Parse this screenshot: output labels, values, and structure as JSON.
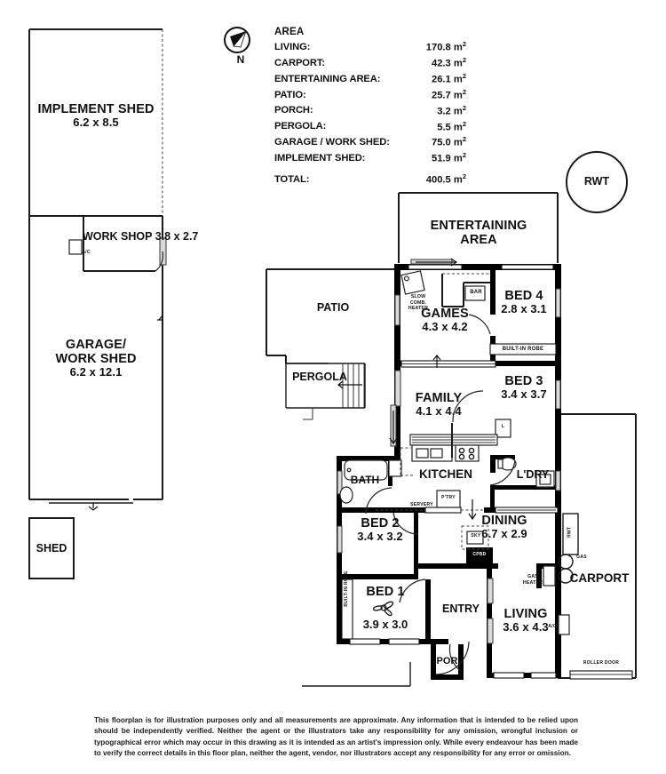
{
  "compass": {
    "label": "N",
    "icon": "compass-north-icon"
  },
  "area": {
    "title": "AREA",
    "rows": [
      {
        "label": "LIVING:",
        "value": "170.8",
        "unit": "m",
        "sup": "2"
      },
      {
        "label": "CARPORT:",
        "value": "42.3",
        "unit": "m",
        "sup": "2"
      },
      {
        "label": "ENTERTAINING AREA:",
        "value": "26.1",
        "unit": "m",
        "sup": "2"
      },
      {
        "label": "PATIO:",
        "value": "25.7",
        "unit": "m",
        "sup": "2"
      },
      {
        "label": "PORCH:",
        "value": "3.2",
        "unit": "m",
        "sup": "2"
      },
      {
        "label": "PERGOLA:",
        "value": "5.5",
        "unit": "m",
        "sup": "2"
      },
      {
        "label": "GARAGE / WORK SHED:",
        "value": "75.0",
        "unit": "m",
        "sup": "2"
      },
      {
        "label": "IMPLEMENT SHED:",
        "value": "51.9",
        "unit": "m",
        "sup": "2"
      }
    ],
    "total": {
      "label": "TOTAL:",
      "value": "400.5",
      "unit": "m",
      "sup": "2"
    }
  },
  "outbuildings": {
    "implement_shed": {
      "name": "IMPLEMENT SHED",
      "dim": "6.2 x 8.5"
    },
    "work_shop": {
      "name": "WORK SHOP",
      "dim": "3.8 x 2.7",
      "ac": "A/C"
    },
    "garage_work_shed": {
      "name_line1": "GARAGE/",
      "name_line2": "WORK SHED",
      "dim": "6.2 x 12.1"
    },
    "shed": {
      "name": "SHED"
    }
  },
  "house": {
    "entertaining": {
      "line1": "ENTERTAINING",
      "line2": "AREA"
    },
    "rwt_tank": "RWT",
    "patio": "PATIO",
    "pergola": "PERGOLA",
    "games": {
      "name": "GAMES",
      "dim": "4.3 x 4.2"
    },
    "heater": {
      "line1": "SLOW",
      "line2": "COMB.",
      "line3": "HEATER"
    },
    "bar": "BAR",
    "bed4": {
      "name": "BED 4",
      "dim": "2.8 x 3.1"
    },
    "built_in_robe_bed4": "BUILT-IN ROBE",
    "bed3": {
      "name": "BED 3",
      "dim": "3.4 x 3.7"
    },
    "linen": "L",
    "family": {
      "name": "FAMILY",
      "dim": "4.1 x 4.4"
    },
    "kitchen": "KITCHEN",
    "pantry": "P'TRY",
    "servery": "SERVERY",
    "bath": "BATH",
    "laundry": "L'DRY",
    "bed2": {
      "name": "BED 2",
      "dim": "3.4 x 3.2"
    },
    "bed1": {
      "name": "BED 1",
      "dim": "3.9 x 3.0"
    },
    "built_in_robe_bed1": "BUILT-IN ROBE",
    "dining": {
      "name": "DINING",
      "dim": "6.7 x 2.9"
    },
    "skylight": "SKY",
    "cupboard": "CPBD",
    "entry": "ENTRY",
    "porch": "POR.",
    "living": {
      "name": "LIVING",
      "dim": "3.6 x 4.3"
    },
    "gas_heater": {
      "line1": "GAS",
      "line2": "HEATER"
    },
    "ac_living": "A/C",
    "carport": "CARPORT",
    "carport_rwt": "RWT",
    "carport_gas": "GAS",
    "roller_door": "ROLLER DOOR"
  },
  "disclaimer": "This floorplan is for illustration purposes only and all measurements are approximate. Any information that is intended to be relied upon should be independently verified. Neither the agent or the illustrators take any responsibility for any omission, wrongful inclusion or typographical error which may occur in this drawing as it is intended as an artist's impression only. While every endeavour has been made to verify the correct details in this floor plan, neither the agent, vendor, nor illustrators accept any responsibility for any error or omission.",
  "colors": {
    "ink": "#000000",
    "paper": "#ffffff",
    "hairline": "#333333"
  }
}
